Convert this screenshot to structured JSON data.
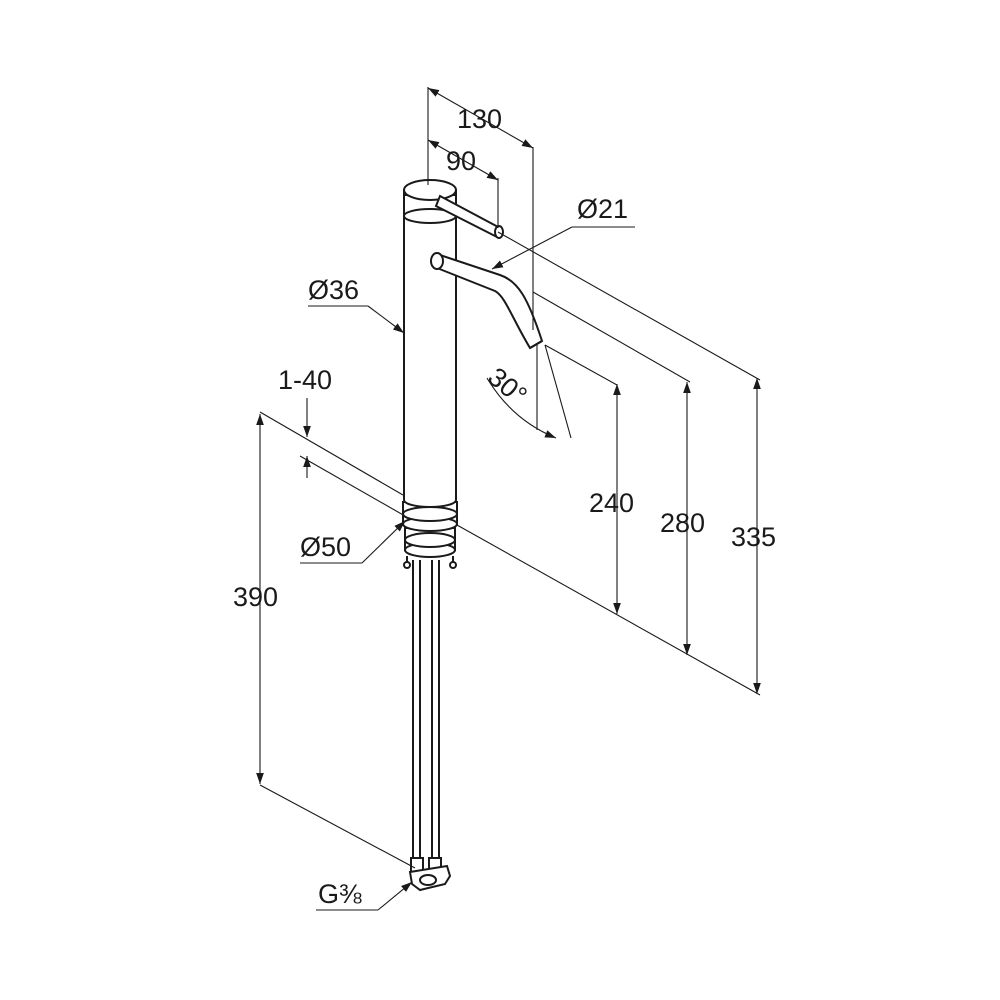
{
  "labels": {
    "width_total": "130",
    "width_handle": "90",
    "spout_diameter": "Ø21",
    "body_diameter": "Ø36",
    "deck_thickness": "1-40",
    "spout_angle": "30°",
    "height_spout_outlet": "240",
    "height_spout_top": "280",
    "height_total": "335",
    "base_diameter": "Ø50",
    "hose_length": "390",
    "connection_thread": "G⅜"
  },
  "colors": {
    "line": "#1a1a1a",
    "background": "#ffffff"
  }
}
